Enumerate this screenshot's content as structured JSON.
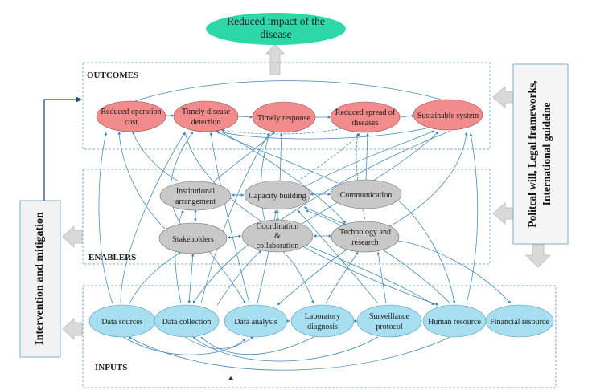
{
  "goal": {
    "line1": "Reduced impact of the",
    "line2": "disease",
    "color": "#2dd7a8"
  },
  "sections": {
    "outcomes": "OUTCOMES",
    "enablers": "ENABLERS",
    "inputs": "INPUTS"
  },
  "side_left": "Intervention and mitigation",
  "side_right": {
    "line1": "Politcal will, Legal frameworks,",
    "line2": "International guideine"
  },
  "outcomes": [
    {
      "id": "roc",
      "line1": "Reduced operation",
      "line2": "cost"
    },
    {
      "id": "tdd",
      "line1": "Timely disease",
      "line2": "detection"
    },
    {
      "id": "tr",
      "line1": "Timely response",
      "line2": ""
    },
    {
      "id": "rsd",
      "line1": "Reduced spread of",
      "line2": "diseases"
    },
    {
      "id": "ss",
      "line1": "Sustainable system",
      "line2": ""
    }
  ],
  "enablers": [
    {
      "id": "ia",
      "line1": "Institutional",
      "line2": "arrangement",
      "line3": ""
    },
    {
      "id": "cb",
      "line1": "Capacity building",
      "line2": "",
      "line3": ""
    },
    {
      "id": "com",
      "line1": "Communication",
      "line2": "",
      "line3": ""
    },
    {
      "id": "sh",
      "line1": "Stakeholders",
      "line2": "",
      "line3": ""
    },
    {
      "id": "cc",
      "line1": "Coordination",
      "line2": "&",
      "line3": "collaboration"
    },
    {
      "id": "tre",
      "line1": "Technology and",
      "line2": "research",
      "line3": ""
    }
  ],
  "inputs": [
    {
      "id": "ds",
      "line1": "Data sources",
      "line2": ""
    },
    {
      "id": "dc",
      "line1": "Data collection",
      "line2": ""
    },
    {
      "id": "da",
      "line1": "Data analysis",
      "line2": ""
    },
    {
      "id": "ld",
      "line1": "Laboratory",
      "line2": "diagnosis"
    },
    {
      "id": "sp",
      "line1": "Surveillance",
      "line2": "protocol"
    },
    {
      "id": "hr",
      "line1": "Human resource",
      "line2": ""
    },
    {
      "id": "fr",
      "line1": "Financial resource",
      "line2": ""
    }
  ],
  "colors": {
    "outcome_fill": "#f28b8b",
    "enabler_fill": "#c8c8c8",
    "input_fill": "#a8dff0",
    "arrow": "#3f86b8",
    "frame": "#5c9cc4",
    "block_arrow": "#d9d9d9"
  }
}
